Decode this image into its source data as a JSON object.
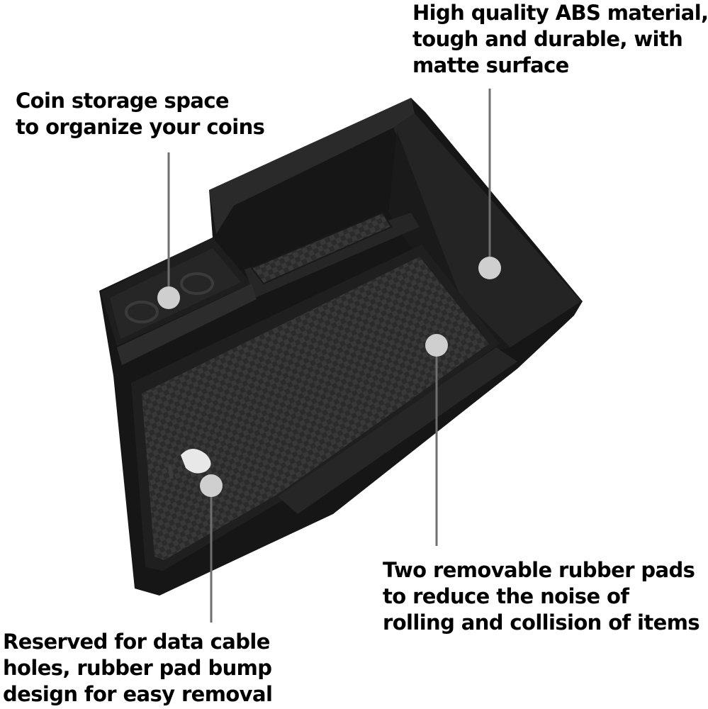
{
  "image": {
    "subject": "car armrest center console organizer tray",
    "background_color": "#ffffff",
    "tray_color": "#1c1c1c",
    "pad_color": "#2e2e2e",
    "marker_color": "#cfcfcf",
    "leader_line_color": "#6f6f6f"
  },
  "annotations": [
    {
      "id": "abs-material",
      "lines": [
        "High quality ABS material,",
        "tough and durable, with",
        "matte surface"
      ]
    },
    {
      "id": "coin-storage",
      "lines": [
        "Coin storage space",
        "to organize your coins"
      ]
    },
    {
      "id": "rubber-pads",
      "lines": [
        "Two removable rubber pads",
        "to reduce the noise of",
        "rolling and collision of items"
      ]
    },
    {
      "id": "cable-holes",
      "lines": [
        "Reserved for data cable",
        "holes, rubber pad bump",
        "design for easy removal"
      ]
    }
  ]
}
